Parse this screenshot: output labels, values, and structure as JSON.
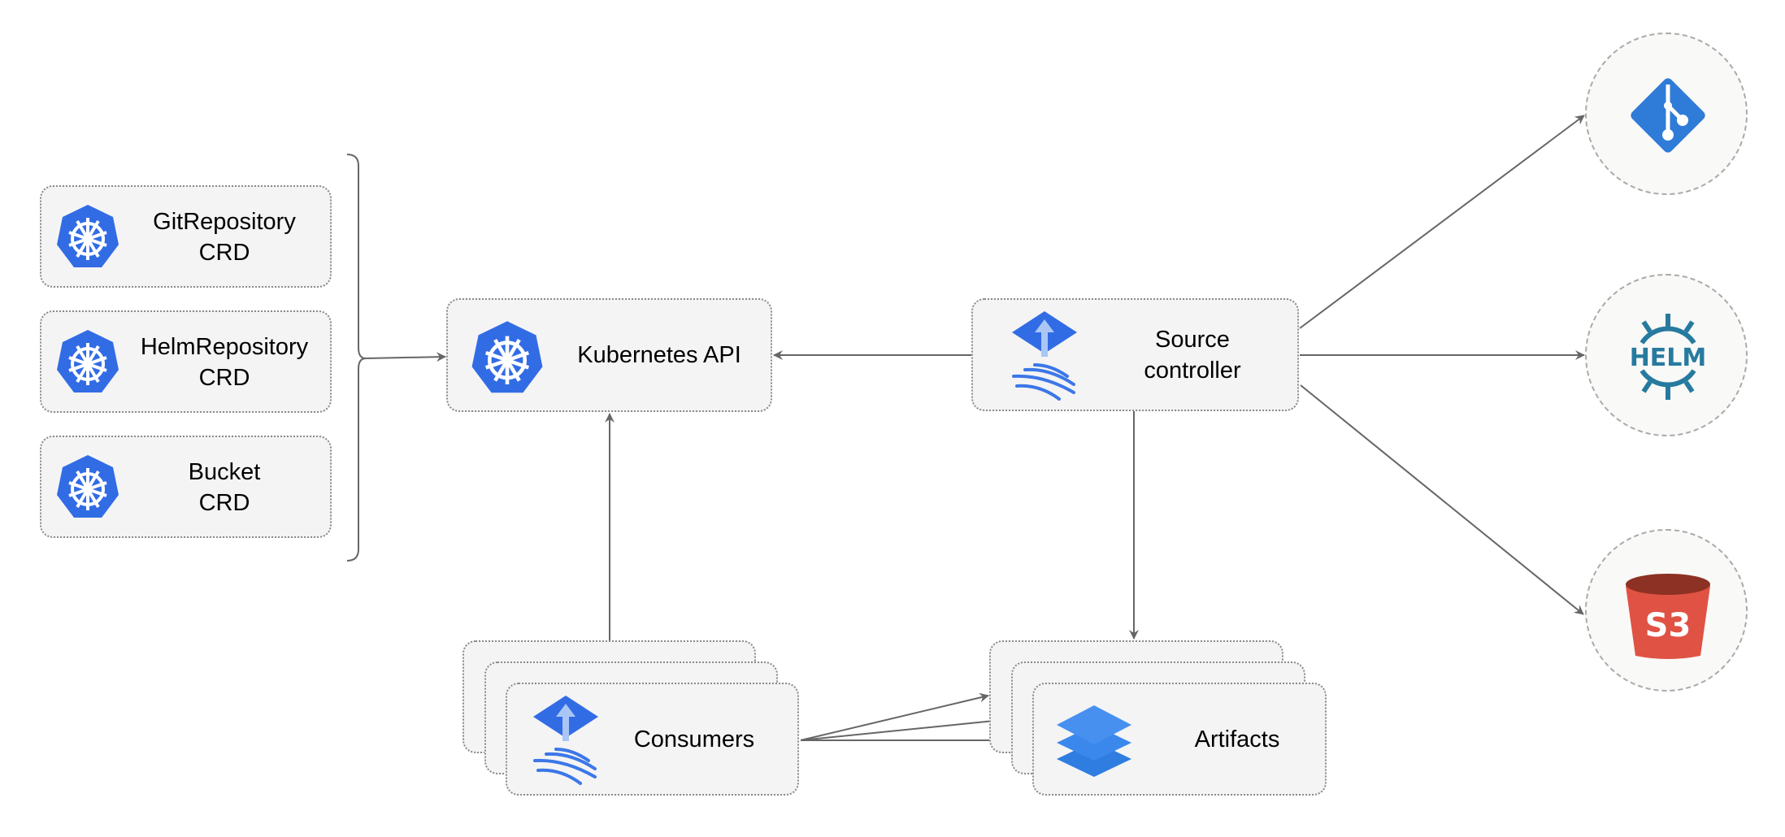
{
  "crds": [
    {
      "name": "GitRepository",
      "kind": "CRD"
    },
    {
      "name": "HelmRepository",
      "kind": "CRD"
    },
    {
      "name": "Bucket",
      "kind": "CRD"
    }
  ],
  "kubernetes_api": {
    "label": "Kubernetes API"
  },
  "source_controller": {
    "line1": "Source",
    "line2": "controller"
  },
  "consumers": {
    "label": "Consumers"
  },
  "artifacts": {
    "label": "Artifacts"
  },
  "sources": {
    "git_icon": "git-icon",
    "helm_text": "HELM",
    "s3_text": "S3"
  },
  "colors": {
    "kubernetes_blue": "#326ce5",
    "git_blue": "#2f7bd8",
    "helm_teal": "#277a9f",
    "s3_red": "#e05243",
    "s3_dark": "#8c3123",
    "box_fill": "#f4f4f4",
    "arrow": "#666666"
  }
}
